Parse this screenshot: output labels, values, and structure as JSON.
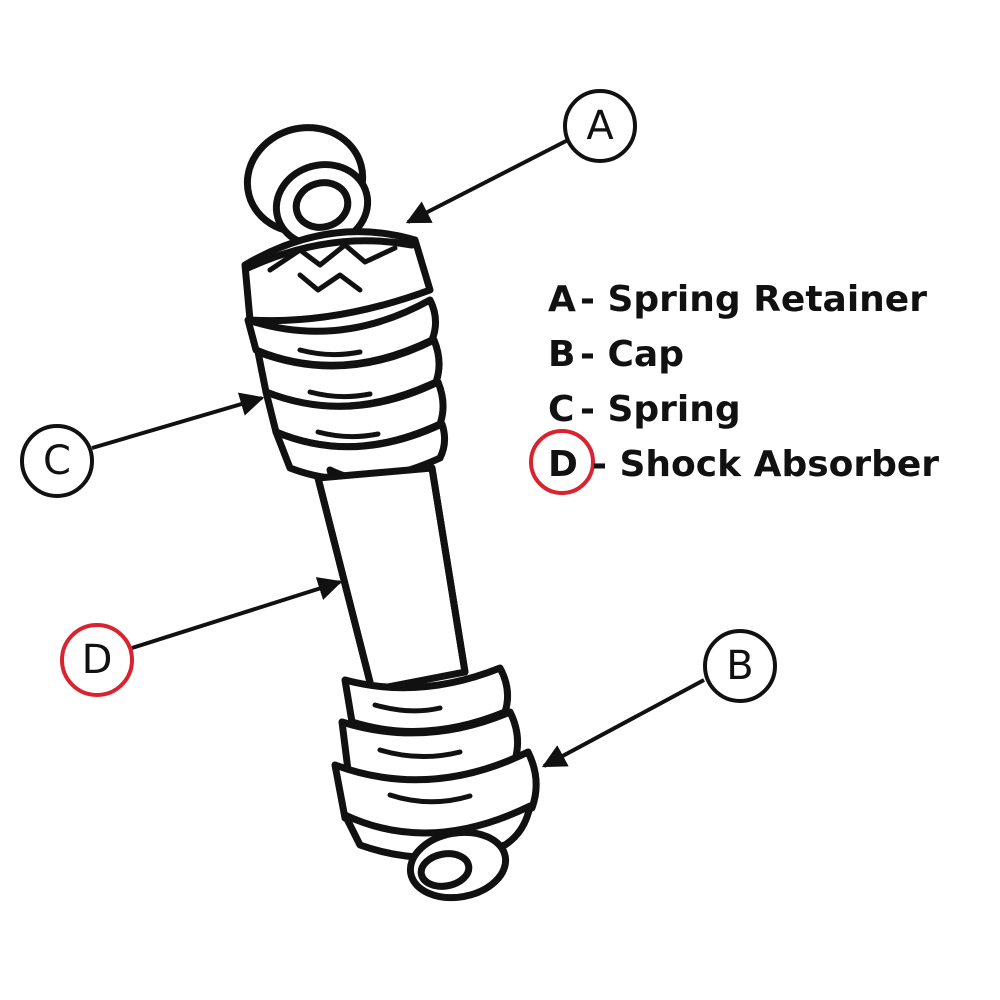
{
  "callouts": {
    "a": "A",
    "b": "B",
    "c": "C",
    "d": "D"
  },
  "legend": {
    "a_letter": "A",
    "a_text": "- Spring Retainer",
    "b_letter": "B",
    "b_text": "- Cap",
    "c_letter": "C",
    "c_text": "- Spring",
    "d_letter": "D",
    "d_text": "- Shock Absorber"
  },
  "colors": {
    "line": "#111111",
    "highlight": "#d9232e",
    "background": "#ffffff"
  }
}
